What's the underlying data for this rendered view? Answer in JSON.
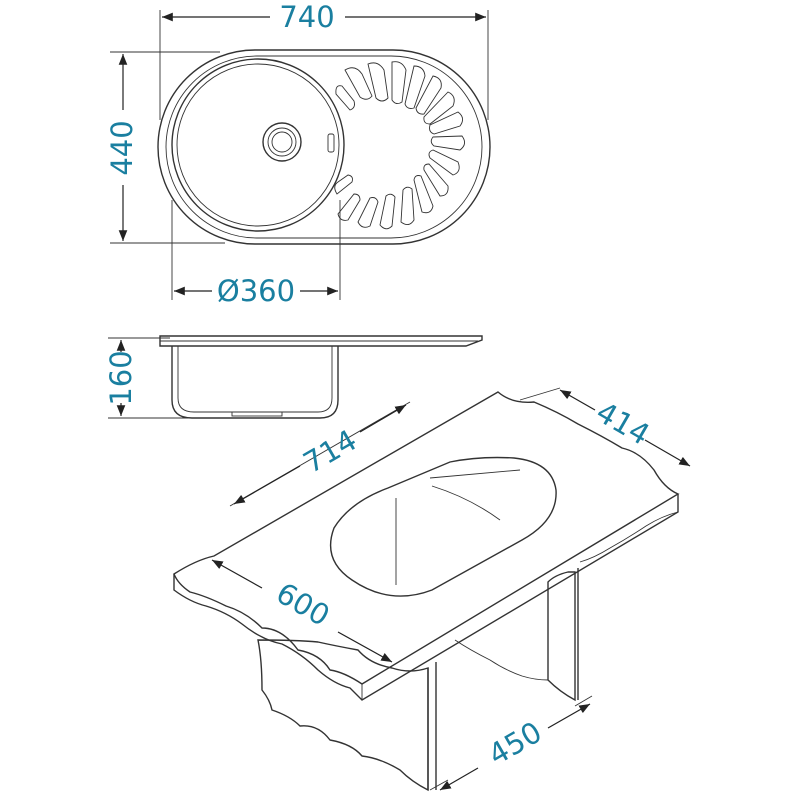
{
  "dimensions": {
    "top_width": "740",
    "top_height": "440",
    "bowl_diameter": "Ø360",
    "side_depth": "160",
    "cutout_length": "714",
    "cutout_width": "414",
    "counter_width": "600",
    "cabinet_width": "450"
  },
  "colors": {
    "dimension_text": "#1a7fa0",
    "line": "#333333"
  }
}
